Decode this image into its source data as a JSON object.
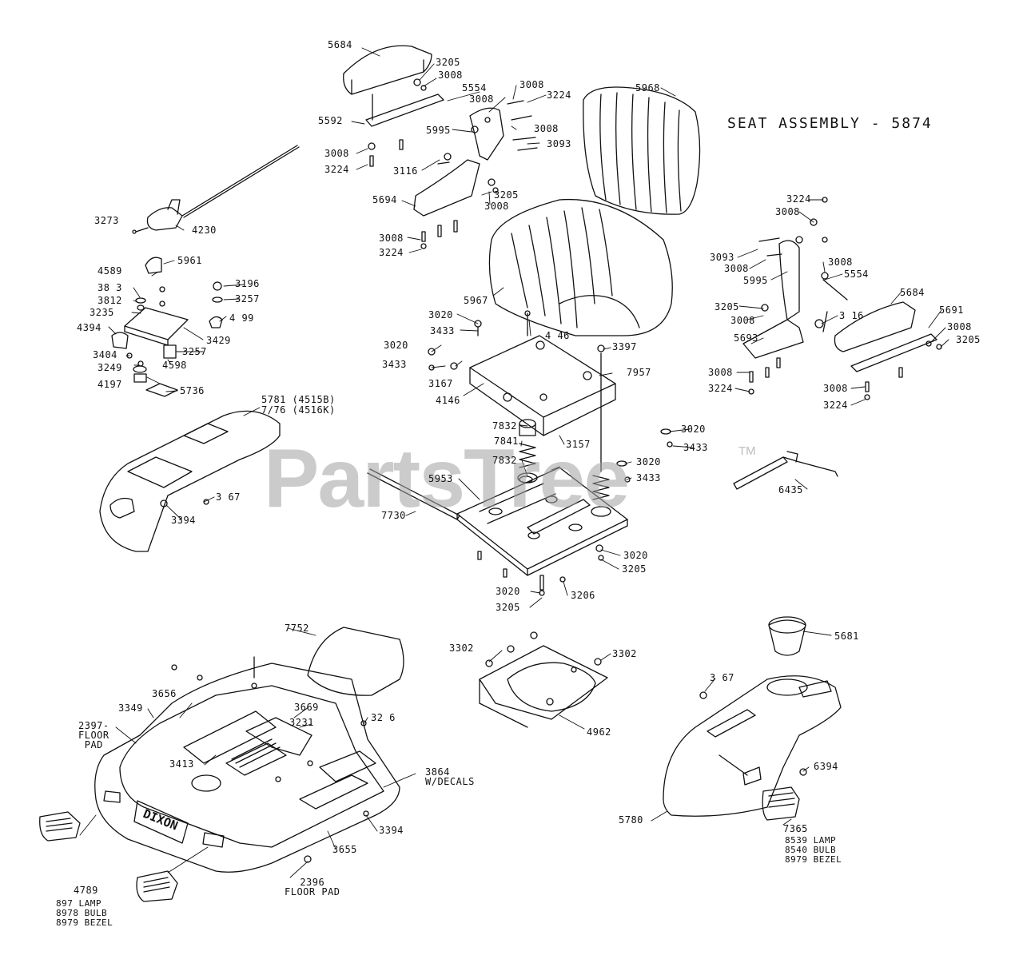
{
  "title": "SEAT ASSEMBLY - 5874",
  "watermark": "PartsTree",
  "watermark_tm": "TM",
  "nameplate": "DIXON",
  "labels": [
    {
      "text": "5684"
    },
    {
      "text": "3205"
    },
    {
      "text": "3008"
    },
    {
      "text": "5554"
    },
    {
      "text": "3008"
    },
    {
      "text": "3224"
    },
    {
      "text": "3008"
    },
    {
      "text": "5592"
    },
    {
      "text": "5995"
    },
    {
      "text": "3008"
    },
    {
      "text": "3093"
    },
    {
      "text": "3008"
    },
    {
      "text": "3224"
    },
    {
      "text": "3116"
    },
    {
      "text": "3205"
    },
    {
      "text": "3008"
    },
    {
      "text": "5694"
    },
    {
      "text": "3008"
    },
    {
      "text": "3224"
    },
    {
      "text": "5968"
    },
    {
      "text": "3273"
    },
    {
      "text": "4230"
    },
    {
      "text": "5961"
    },
    {
      "text": "4589"
    },
    {
      "text": "38 3"
    },
    {
      "text": "3812"
    },
    {
      "text": "3196"
    },
    {
      "text": "3257"
    },
    {
      "text": "3235"
    },
    {
      "text": "4 99"
    },
    {
      "text": "4394"
    },
    {
      "text": "3429"
    },
    {
      "text": "3404"
    },
    {
      "text": "3257"
    },
    {
      "text": "3249"
    },
    {
      "text": "4598"
    },
    {
      "text": "4197"
    },
    {
      "text": "5736"
    },
    {
      "text": "5967"
    },
    {
      "text": "3020"
    },
    {
      "text": "3433"
    },
    {
      "text": "4 46"
    },
    {
      "text": "3397"
    },
    {
      "text": "3020"
    },
    {
      "text": "3433"
    },
    {
      "text": "3167"
    },
    {
      "text": "7957"
    },
    {
      "text": "4146"
    },
    {
      "text": "3020"
    },
    {
      "text": "3433"
    },
    {
      "text": "7832"
    },
    {
      "text": "7841"
    },
    {
      "text": "3157"
    },
    {
      "text": "7832"
    },
    {
      "text": "3020"
    },
    {
      "text": "3433"
    },
    {
      "text": "5953"
    },
    {
      "text": "7730"
    },
    {
      "text": "3020"
    },
    {
      "text": "3205"
    },
    {
      "text": "3020"
    },
    {
      "text": "3206"
    },
    {
      "text": "3205"
    },
    {
      "text": "5781 (4515B)"
    },
    {
      "text": "7/76 (4516K)"
    },
    {
      "text": "3 67"
    },
    {
      "text": "3394"
    },
    {
      "text": "3224"
    },
    {
      "text": "3008"
    },
    {
      "text": "3093"
    },
    {
      "text": "3008"
    },
    {
      "text": "3008"
    },
    {
      "text": "5995"
    },
    {
      "text": "5554"
    },
    {
      "text": "5684"
    },
    {
      "text": "3205"
    },
    {
      "text": "3 16"
    },
    {
      "text": "5691"
    },
    {
      "text": "3008"
    },
    {
      "text": "3008"
    },
    {
      "text": "5693"
    },
    {
      "text": "3205"
    },
    {
      "text": "3008"
    },
    {
      "text": "3008"
    },
    {
      "text": "3224"
    },
    {
      "text": "3224"
    },
    {
      "text": "6435"
    },
    {
      "text": "7752"
    },
    {
      "text": "3656"
    },
    {
      "text": "3349"
    },
    {
      "text": "3669"
    },
    {
      "text": "3231"
    },
    {
      "text": "32 6"
    },
    {
      "text": "2397-\nFLOOR\nPAD"
    },
    {
      "text": "3413"
    },
    {
      "text": "3864\nW/DECALS"
    },
    {
      "text": "3394"
    },
    {
      "text": "3655"
    },
    {
      "text": "2396\nFLOOR PAD"
    },
    {
      "text": "4789"
    },
    {
      "text": "897 LAMP\n8978 BULB\n8979 BEZEL"
    },
    {
      "text": "3302"
    },
    {
      "text": "3302"
    },
    {
      "text": "4962"
    },
    {
      "text": "5681"
    },
    {
      "text": "3 67"
    },
    {
      "text": "6394"
    },
    {
      "text": "5780"
    },
    {
      "text": "7365"
    },
    {
      "text": "8539 LAMP\n8540 BULB\n8979 BEZEL"
    }
  ]
}
